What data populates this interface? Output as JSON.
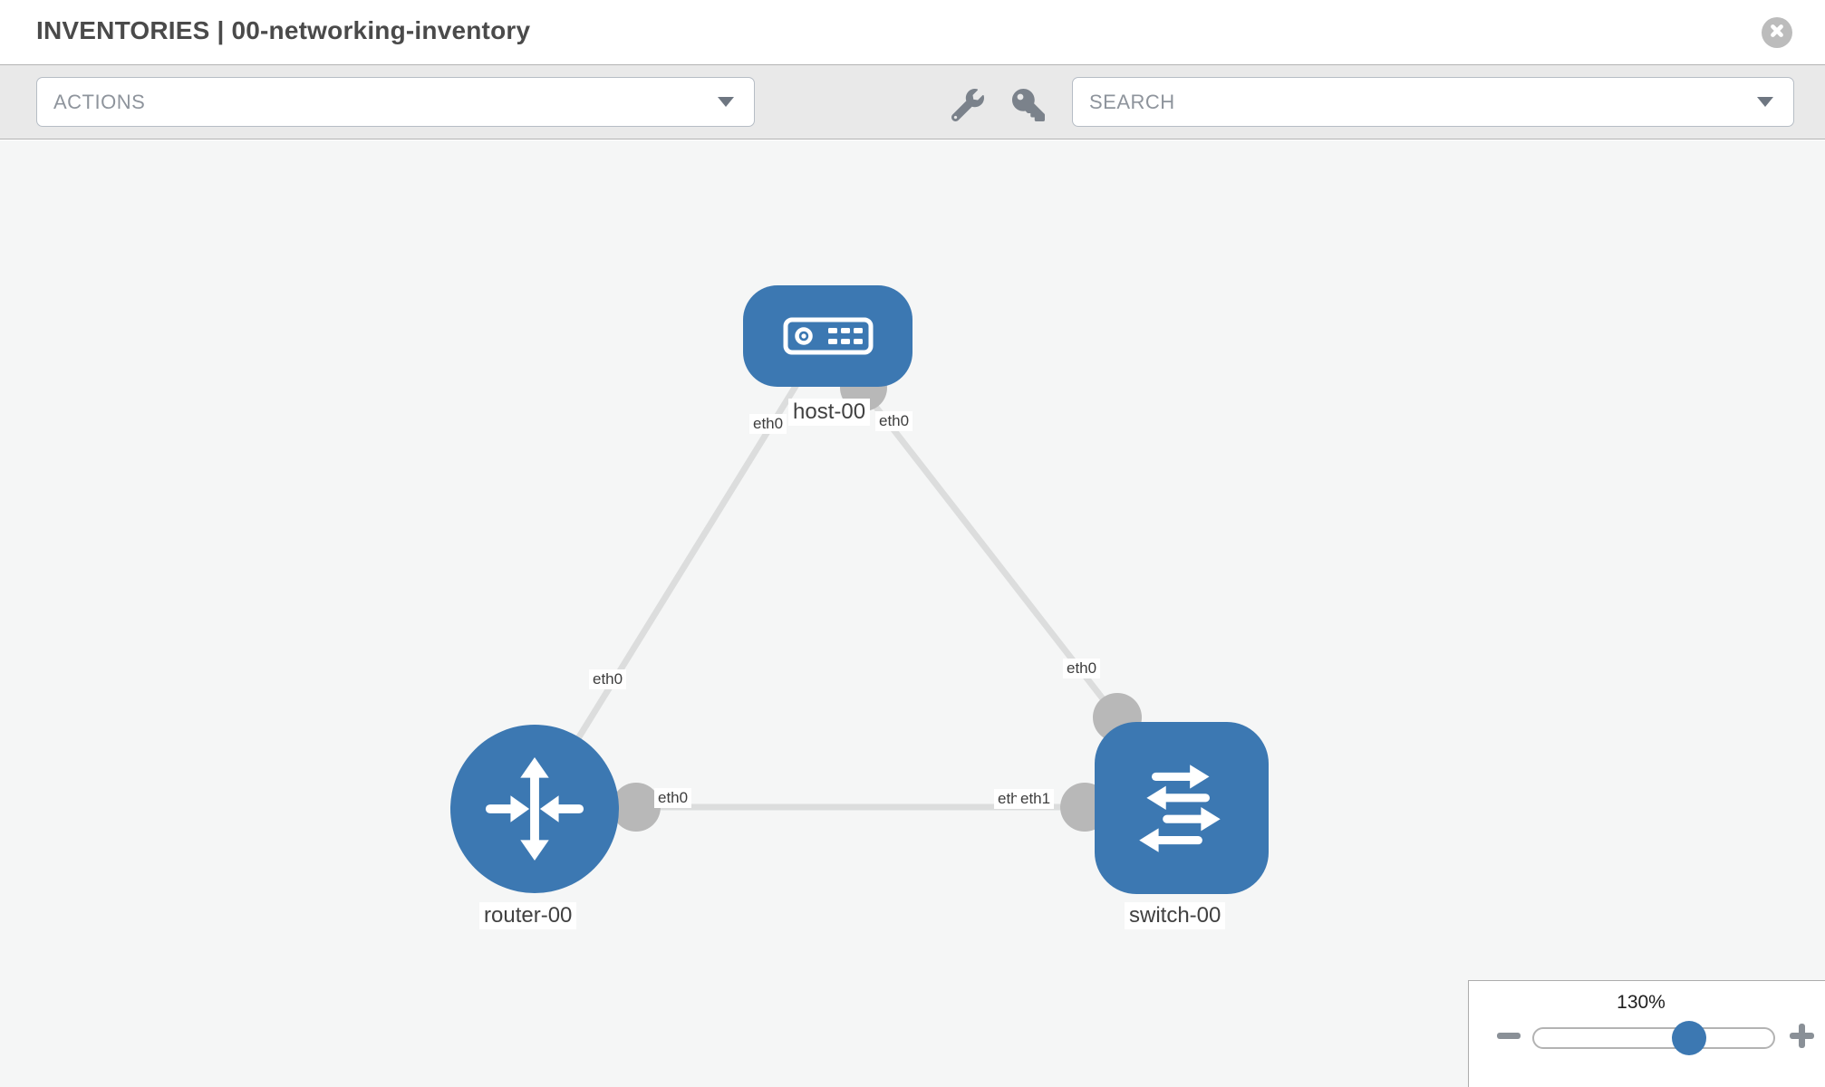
{
  "header": {
    "title": "INVENTORIES | 00-networking-inventory",
    "close_icon": "x-circle"
  },
  "toolbar": {
    "actions_label": "ACTIONS",
    "search_placeholder": "SEARCH",
    "wrench_icon": "wrench",
    "key_icon": "key"
  },
  "topology": {
    "nodes": [
      {
        "id": "host-00",
        "type": "host",
        "label": "host-00"
      },
      {
        "id": "router-00",
        "type": "router",
        "label": "router-00"
      },
      {
        "id": "switch-00",
        "type": "switch",
        "label": "switch-00"
      }
    ],
    "links": [
      {
        "from": "host-00",
        "to": "router-00",
        "from_if": "eth0",
        "to_if": "eth0"
      },
      {
        "from": "host-00",
        "to": "switch-00",
        "from_if": "eth0",
        "to_if": "eth0"
      },
      {
        "from": "router-00",
        "to": "switch-00",
        "from_if": "eth0",
        "to_if": "eth1"
      }
    ],
    "interface_labels": {
      "host_left": "eth0",
      "host_right": "eth0",
      "router_top": "eth0",
      "switch_top": "eth0",
      "mid_left": "eth0",
      "mid_right_back": "eth0",
      "mid_right_front": "eth1"
    },
    "colors": {
      "node_blue": "#3c78b2",
      "edge_gray": "#dcdddd",
      "port_gray": "#b8b8b8",
      "canvas_bg": "#f5f6f6"
    }
  },
  "zoom_control": {
    "value": "130%",
    "minus_icon": "minus",
    "plus_icon": "plus"
  }
}
